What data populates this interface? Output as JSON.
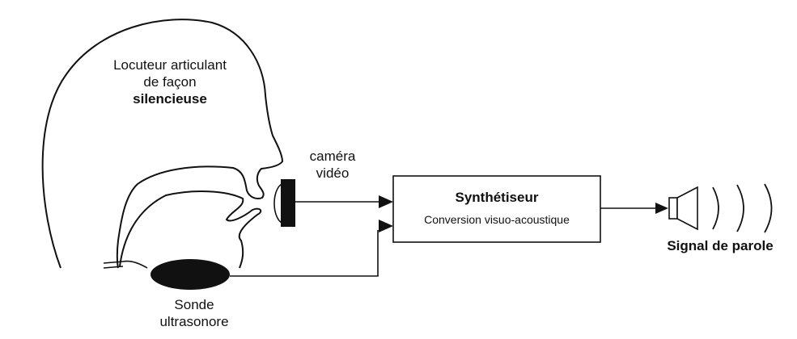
{
  "speaker": {
    "line1": "Locuteur articulant",
    "line2": "de façon",
    "line3": "silencieuse"
  },
  "camera": {
    "line1": "caméra",
    "line2": "vidéo"
  },
  "probe": {
    "line1": "Sonde",
    "line2": "ultrasonore"
  },
  "synth": {
    "title": "Synthétiseur",
    "subtitle": "Conversion visuo-acoustique"
  },
  "output": {
    "label": "Signal de parole"
  },
  "colors": {
    "stroke": "#111111",
    "background": "#ffffff"
  }
}
